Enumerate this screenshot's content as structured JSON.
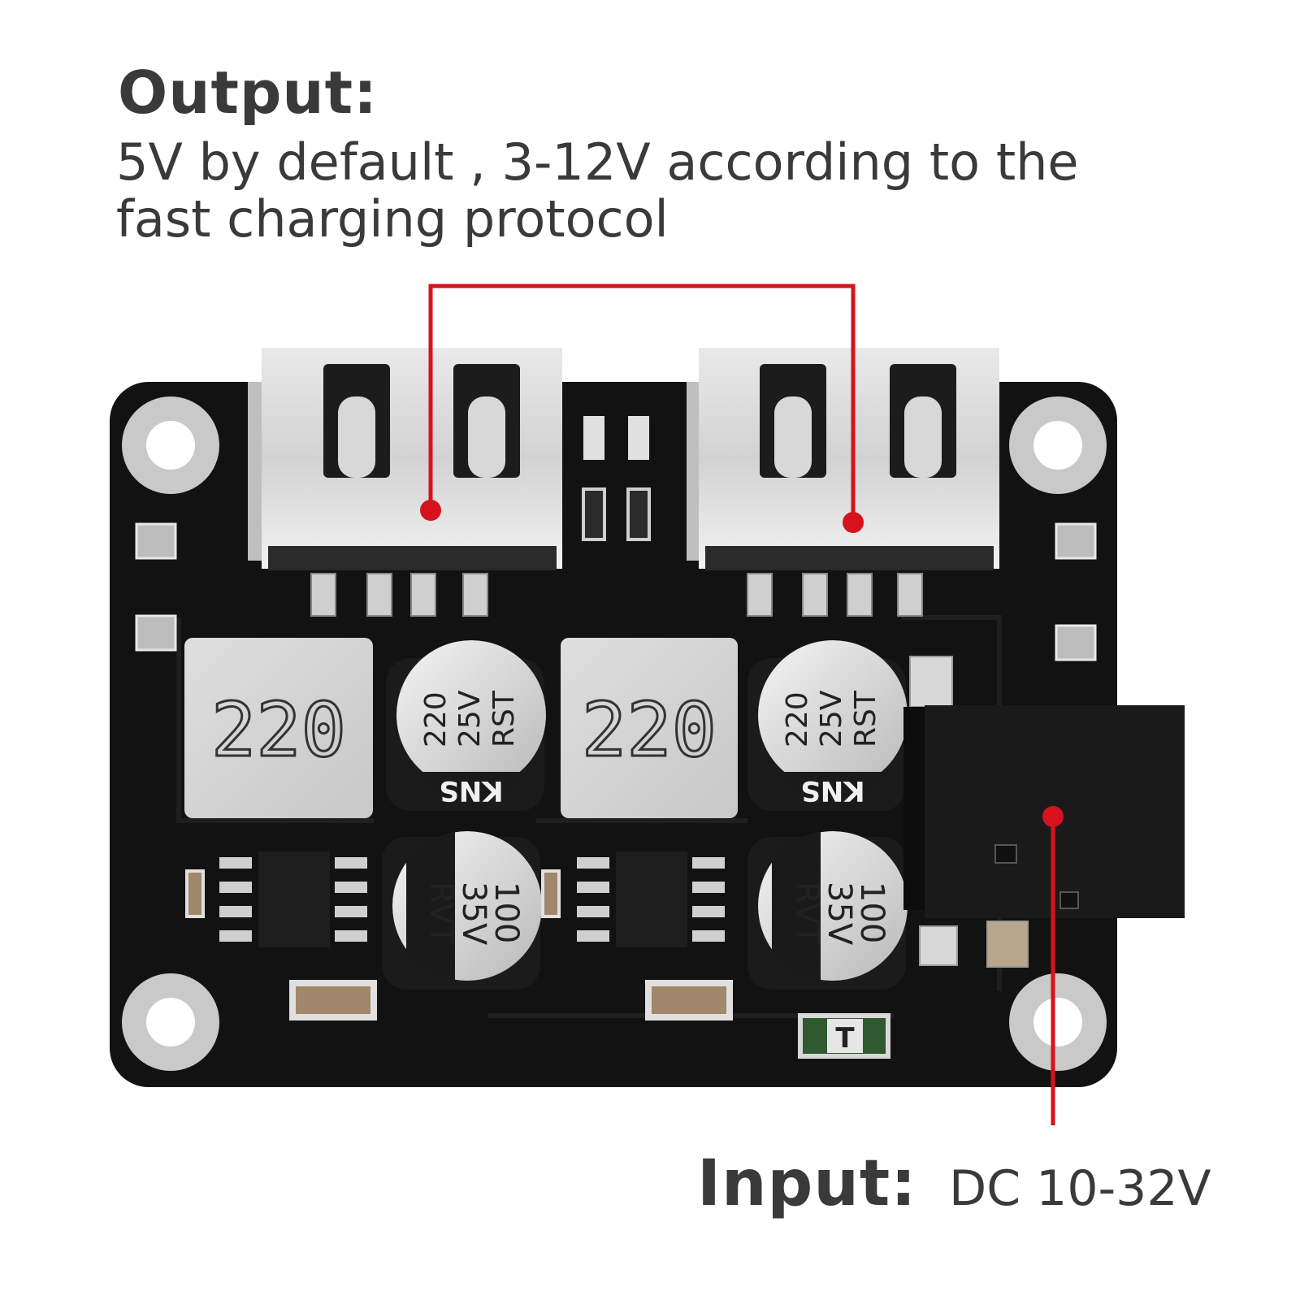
{
  "output": {
    "title": "Output:",
    "description": "5V by default , 3-12V according to the fast charging protocol"
  },
  "input": {
    "label": "Input:",
    "value": "DC 10-32V"
  },
  "board": {
    "inductor_marking": "220",
    "cap_top": {
      "line1": "220",
      "line2": "25V",
      "line3": "RST",
      "brand": "KNS"
    },
    "cap_bottom": {
      "line1": "100",
      "line2": "35V",
      "line3": "RVT"
    },
    "fuse_marking": "T"
  },
  "colors": {
    "callout": "#d6121c",
    "pcb": "#111111",
    "text": "#3a3a3a"
  }
}
